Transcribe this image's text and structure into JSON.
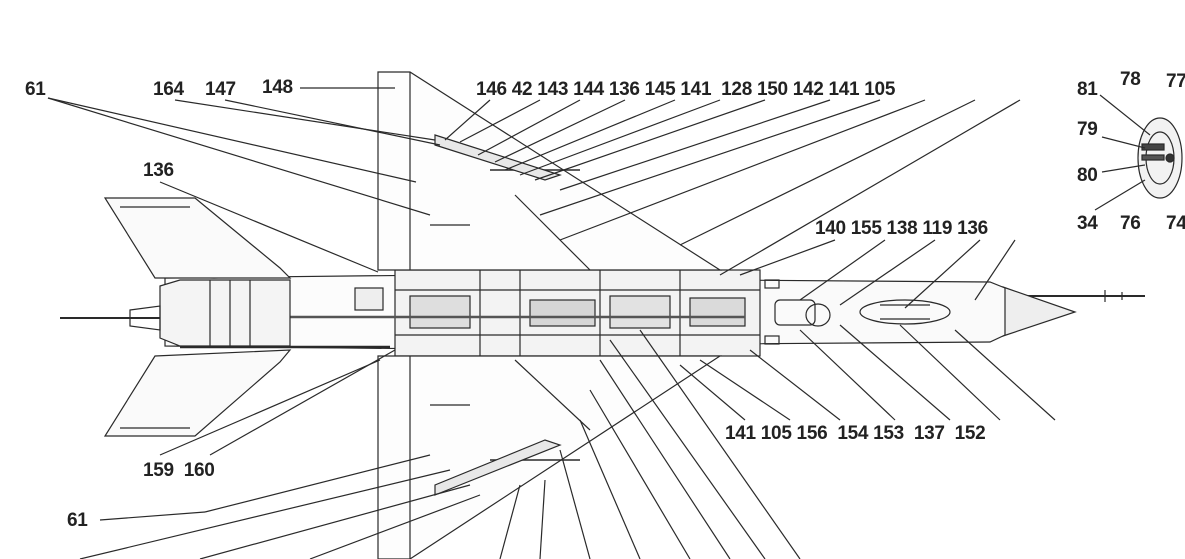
{
  "callouts": {
    "top_left_61": "61",
    "top_164": "164",
    "top_147": "147",
    "top_148": "148",
    "top_row_right": "146 42 143 144 136 145 141  128 150 142 141 105",
    "tail_136": "136",
    "mid_row": "140 155 138 119 136",
    "bottom_row": "141 105 156  154 153  137  152",
    "bottom_159_160": "159  160",
    "bottom_left_61": "61"
  },
  "inset": {
    "r1_81": "81",
    "r1_78": "78",
    "r1_77": "77",
    "r2_79": "79",
    "r3_80": "80",
    "r4_34": "34",
    "r4_76": "76",
    "r4_74": "74"
  }
}
